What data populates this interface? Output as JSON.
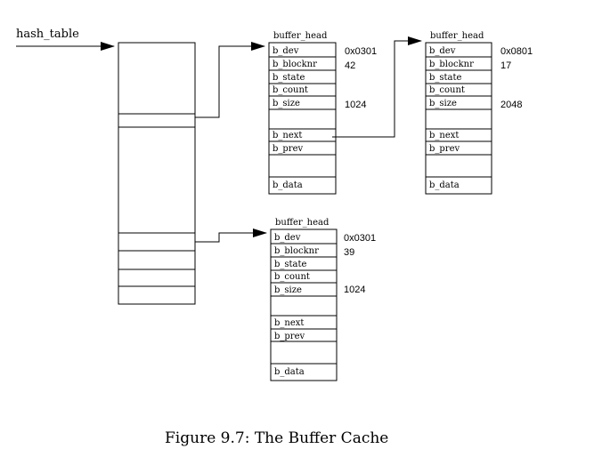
{
  "hash_table_label": "hash_table",
  "field_names": [
    "b_dev",
    "b_blocknr",
    "b_state",
    "b_count",
    "b_size",
    "b_next",
    "b_prev",
    "b_data"
  ],
  "buffers": [
    {
      "title": "buffer_head",
      "dev": "0x0301",
      "blocknr": "42",
      "size": "1024"
    },
    {
      "title": "buffer_head",
      "dev": "0x0801",
      "blocknr": "17",
      "size": "2048"
    },
    {
      "title": "buffer_head",
      "dev": "0x0301",
      "blocknr": "39",
      "size": "1024"
    }
  ],
  "caption": "Figure 9.7: The Buffer Cache"
}
